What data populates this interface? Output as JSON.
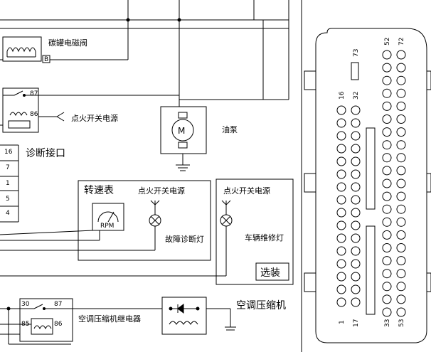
{
  "labels": {
    "canister_valve": "碳罐电磁阀",
    "canister_pin": "B",
    "ign_power_1": "点火开关电源",
    "ign_power_2": "点火开关电源",
    "ign_power_3": "点火开关电源",
    "fuel_pump": "油泵",
    "motor_symbol": "M",
    "diag_port": "诊断接口",
    "tachometer": "转速表",
    "rpm": "RPM",
    "fault_lamp": "故障诊断灯",
    "service_lamp": "车辆维修灯",
    "optional": "选装",
    "ac_compressor": "空调压缩机",
    "ac_relay": "空调压缩机继电器"
  },
  "relay_pins": {
    "top_87": "87",
    "top_86": "86",
    "ac_30": "30",
    "ac_87": "87",
    "ac_85": "85",
    "ac_86": "86"
  },
  "diag_pins": [
    "16",
    "7",
    "1",
    "5",
    "4"
  ],
  "ecu_pins": {
    "p73": "73",
    "p52": "52",
    "p72": "72",
    "p16": "16",
    "p32": "32",
    "p1": "1",
    "p17": "17",
    "p33": "33",
    "p53": "53"
  }
}
